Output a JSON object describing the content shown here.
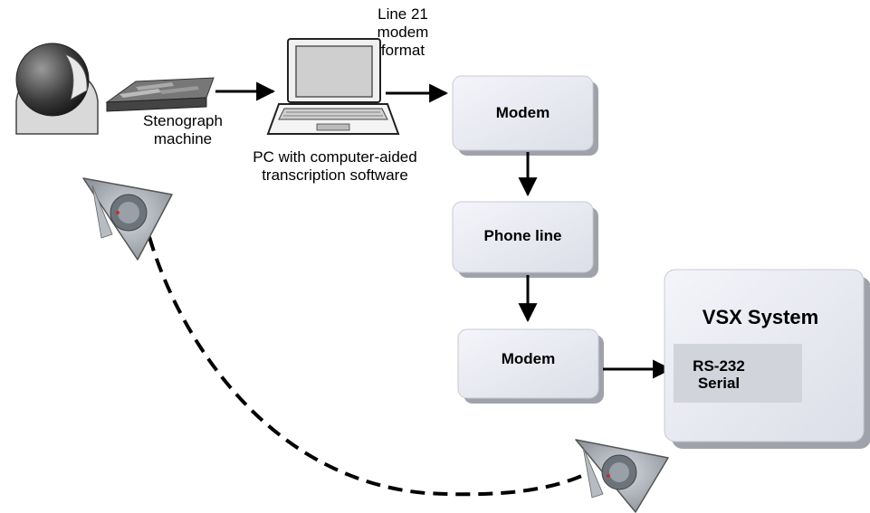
{
  "labels": {
    "line21": [
      "Line 21",
      "modem",
      "format"
    ],
    "steno": [
      "Stenograph",
      "machine"
    ],
    "pc": [
      "PC with computer-aided",
      "transcription software"
    ]
  },
  "boxes": {
    "modem_top": "Modem",
    "phone_line": "Phone line",
    "modem_bottom": "Modem"
  },
  "vsx": {
    "title": "VSX System",
    "port": [
      "RS-232",
      "Serial"
    ]
  },
  "colors": {
    "box_fill": "#e6e8f0",
    "port_fill": "#d2d4dc",
    "line": "#000000"
  },
  "icons": [
    "stenographer-person-icon",
    "stenograph-machine-icon",
    "laptop-icon",
    "conference-phone-icon"
  ]
}
